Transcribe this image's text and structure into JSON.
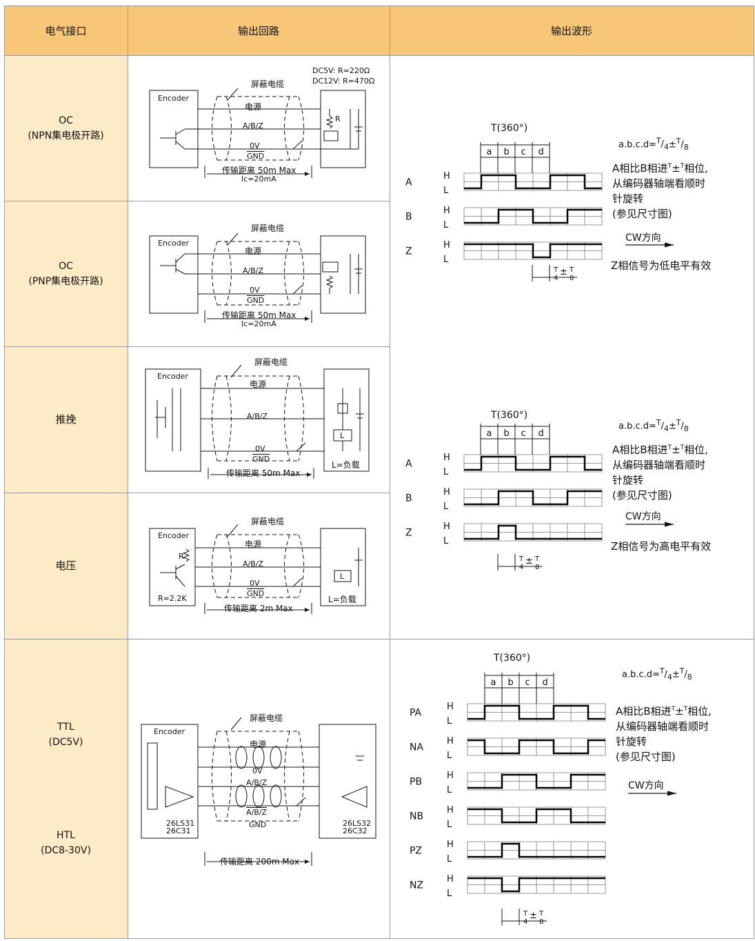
{
  "headers": {
    "interface": "电气接口",
    "circuit": "输出回路",
    "waveform": "输出波形"
  },
  "rows": [
    {
      "label1": "OC",
      "label2": "(NPN集电极开路)"
    },
    {
      "label1": "OC",
      "label2": "(PNP集电极开路)"
    },
    {
      "label1": "推挽",
      "label2": ""
    },
    {
      "label1": "电压",
      "label2": ""
    },
    {
      "label1": "TTL",
      "label2": "(DC5V)",
      "label3": "HTL",
      "label4": "(DC8-30V)"
    }
  ],
  "circuit": {
    "encoder": "Encoder",
    "shield": "屏蔽电缆",
    "power": "电源",
    "abz": "A/B/Z",
    "ov": "0V",
    "gnd": "GND",
    "dist50": "传输距离 50m Max",
    "ic": "Ic=20mA",
    "dist2": "传输距离 2m Max",
    "dist200": "传输距离 200m Max",
    "npn_note1": "DC5V: R=220Ω",
    "npn_note2": "DC12V: R=470Ω",
    "r": "R",
    "l": "L",
    "load": "L=负载",
    "r22": "R=2.2K",
    "ls31": "26LS31",
    "c31": "26C31",
    "ls32": "26LS32",
    "c32": "26C32",
    "abz_bar": "A/B/Z"
  },
  "waveform": {
    "period": "T(360°)",
    "abcd": [
      "a",
      "b",
      "c",
      "d"
    ],
    "formula": "a.b.c.d=",
    "phase_text1": "A相比B相进",
    "phase_text2": "相位,",
    "line2": "从编码器轴端看顺时",
    "line3": "针旋转",
    "line4": "(参见尺寸图)",
    "cw": "CW方向",
    "z_low": "Z相信号为低电平有效",
    "z_high": "Z相信号为高电平有效",
    "h": "H",
    "lo": "L",
    "channels3": [
      "A",
      "B",
      "Z"
    ],
    "channels6": [
      "PA",
      "NA",
      "PB",
      "NB",
      "PZ",
      "NZ"
    ],
    "frac_T": "T",
    "frac_4": "4",
    "frac_8": "8",
    "pm": "±"
  }
}
